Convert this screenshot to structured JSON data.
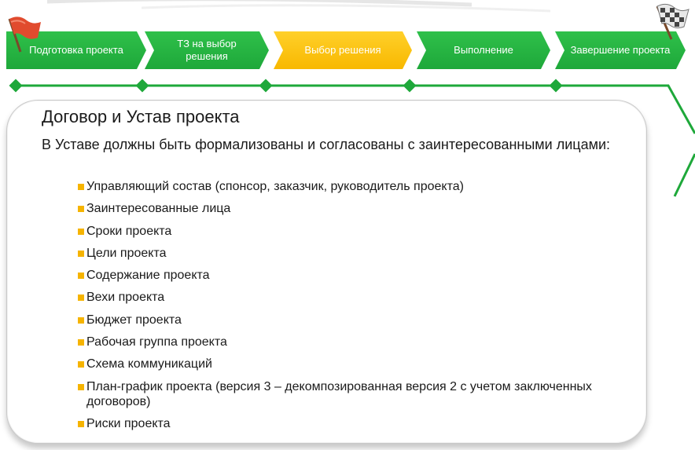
{
  "stages": [
    {
      "label": "Подготовка проекта"
    },
    {
      "label": "ТЗ на выбор решения"
    },
    {
      "label": "Выбор решения"
    },
    {
      "label": "Выполнение"
    },
    {
      "label": "Завершение проекта"
    }
  ],
  "active_stage": "Выбор решения",
  "colors": {
    "stage_green": "#1ea83a",
    "stage_active": "#f8b800",
    "bullet": "#f6b400",
    "timeline": "#1ea83a"
  },
  "icons": [
    "start-flag-icon",
    "finish-flag-icon"
  ],
  "card": {
    "title": "Договор и Устав проекта",
    "lead": "В Уставе должны быть формализованы и согласованы с заинтересованными лицами:",
    "items": [
      "Управляющий состав (спонсор, заказчик, руководитель проекта)",
      "Заинтересованные лица",
      "Сроки проекта",
      "Цели проекта",
      "Содержание проекта",
      "Вехи проекта",
      "Бюджет проекта",
      "Рабочая группа проекта",
      "Схема коммуникаций",
      "План-график проекта (версия 3 – декомпозированная версия 2 с учетом заключенных договоров)",
      "Риски проекта"
    ]
  }
}
